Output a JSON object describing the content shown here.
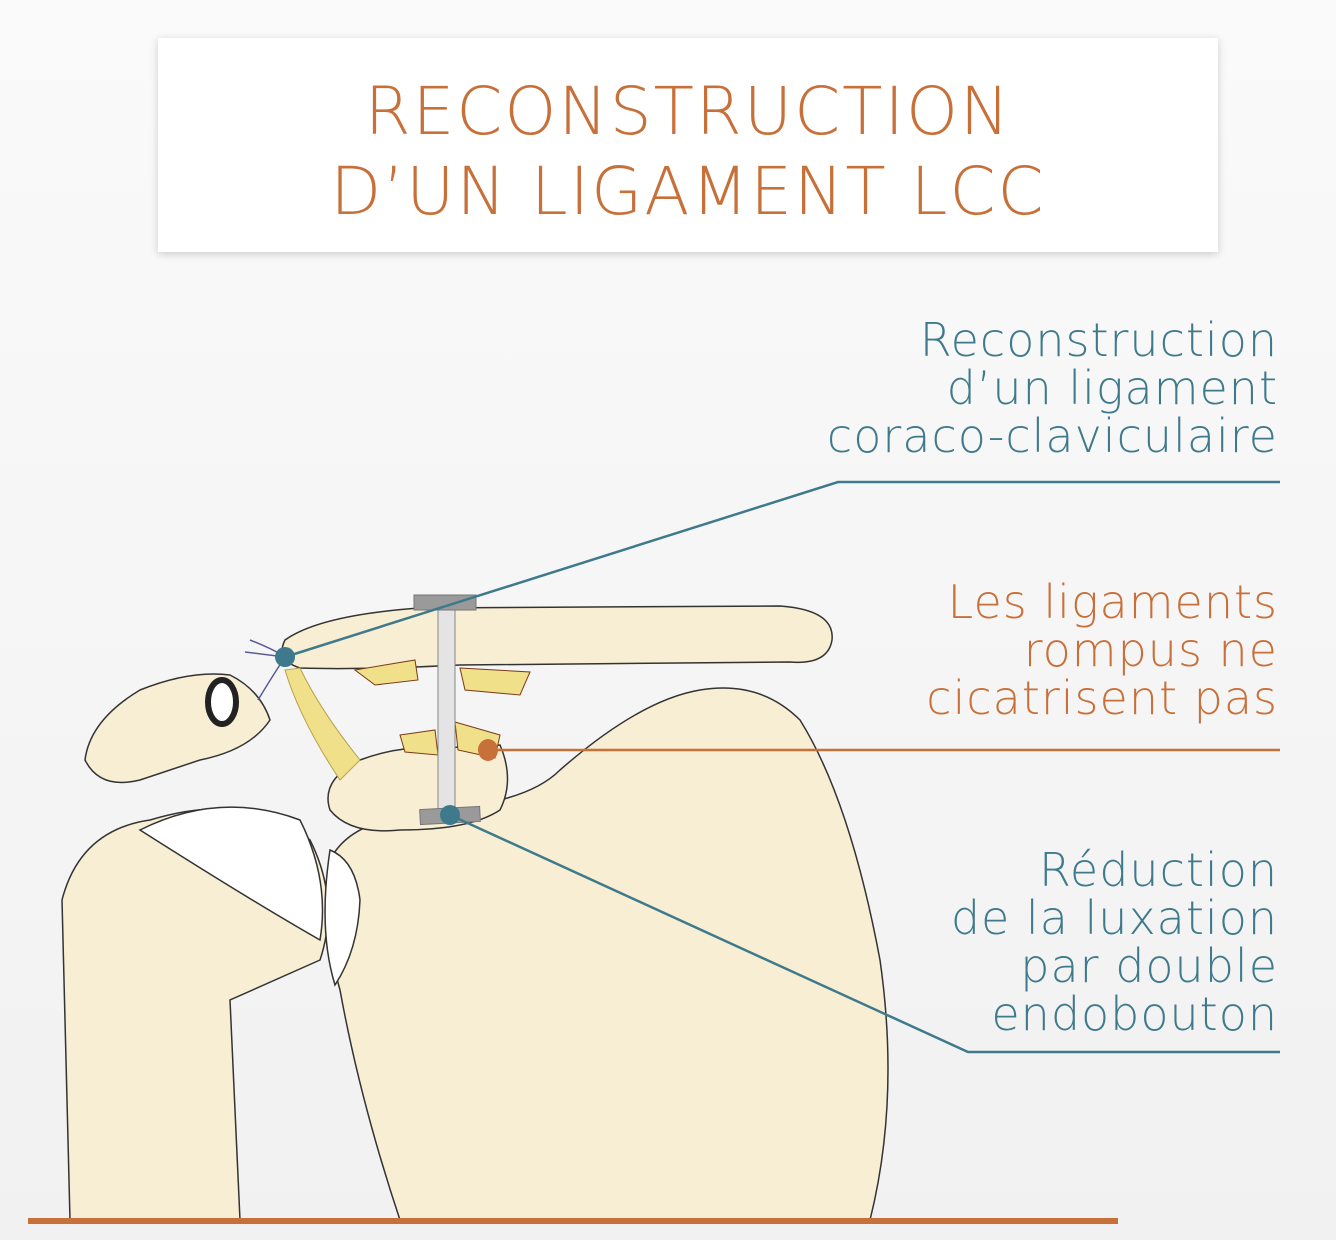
{
  "title": {
    "line1": "RECONSTRUCTION",
    "line2": "D’UN LIGAMENT LCC"
  },
  "annotations": [
    {
      "lines": [
        "Reconstruction",
        "d’un ligament",
        "coraco-claviculaire"
      ],
      "color": "#3f7a8c"
    },
    {
      "lines": [
        "Les ligaments",
        "rompus ne",
        "cicatrisent pas"
      ],
      "color": "#c8703a"
    },
    {
      "lines": [
        "Réduction",
        "de la luxation",
        "par double",
        "endobouton"
      ],
      "color": "#3f7a8c"
    }
  ],
  "colors": {
    "accent_orange": "#c8703a",
    "accent_teal": "#3f7a8c",
    "bone": "#f8eed3",
    "ligament": "#f0e08a"
  }
}
